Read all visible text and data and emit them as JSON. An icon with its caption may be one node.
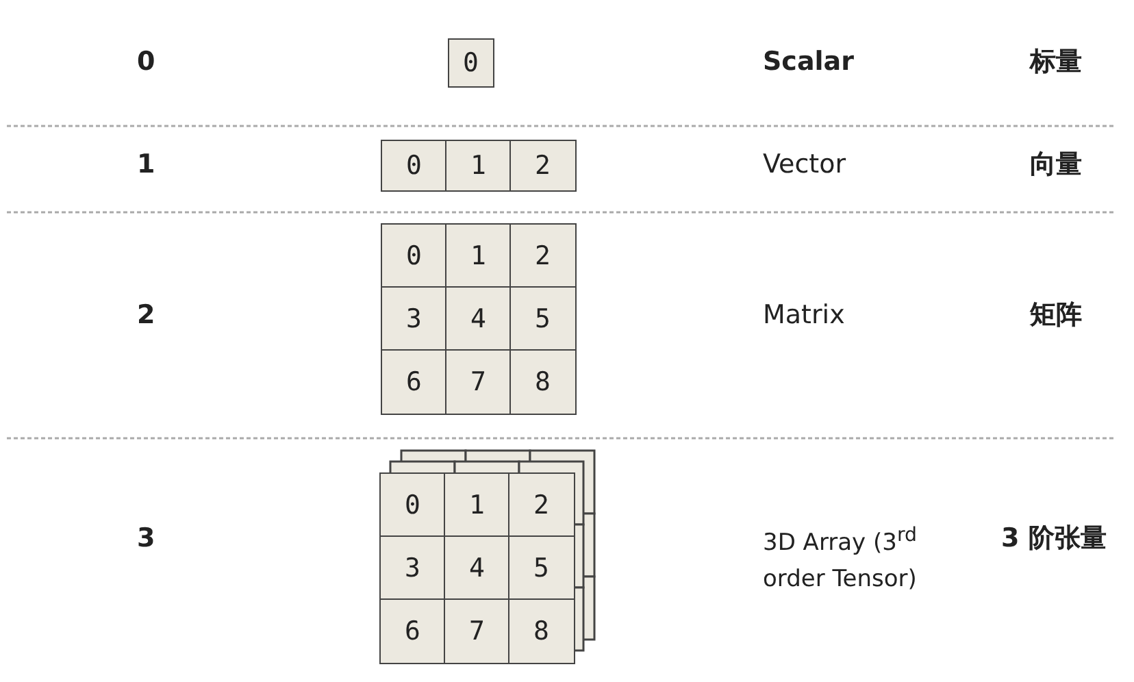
{
  "diagram": {
    "nodes": [
      {
        "text": [
          "0"
        ]
      },
      {
        "text": [
          "0"
        ]
      },
      {
        "text": [
          "1"
        ]
      },
      {
        "text": [
          "2"
        ]
      },
      {
        "text": [
          "0"
        ]
      },
      {
        "text": [
          "1"
        ]
      },
      {
        "text": [
          "2"
        ]
      },
      {
        "text": [
          "3"
        ]
      },
      {
        "text": [
          "4"
        ]
      },
      {
        "text": [
          "5"
        ]
      },
      {
        "text": [
          "6"
        ]
      },
      {
        "text": [
          "7"
        ]
      },
      {
        "text": [
          "8"
        ]
      },
      {
        "text": [
          "0"
        ]
      },
      {
        "text": [
          "1"
        ]
      },
      {
        "text": [
          "2"
        ]
      },
      {
        "text": [
          "3"
        ]
      },
      {
        "text": [
          "4"
        ]
      },
      {
        "text": [
          "5"
        ]
      },
      {
        "text": [
          "6"
        ]
      },
      {
        "text": [
          "7"
        ]
      },
      {
        "text": [
          "8"
        ]
      }
    ],
    "labels": [
      "0",
      "Scalar",
      "标量",
      "1",
      "Vector",
      "向量",
      "2",
      "Matrix",
      "矩阵",
      "3",
      "3D Array (3$^{rd}$ order Tensor)",
      "3 阶张量"
    ]
  }
}
